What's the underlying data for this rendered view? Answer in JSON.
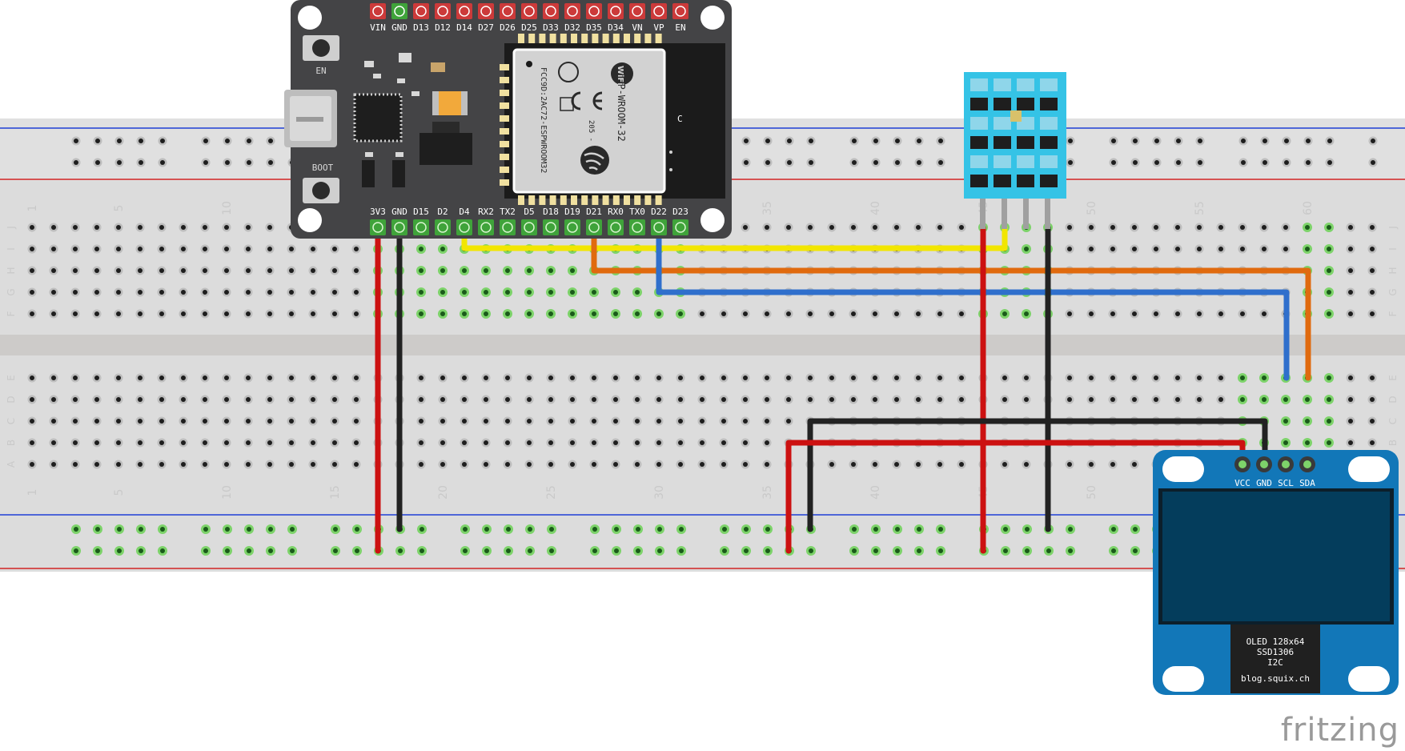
{
  "esp32": {
    "top_pins": [
      "VIN",
      "GND",
      "D13",
      "D12",
      "D14",
      "D27",
      "D26",
      "D25",
      "D33",
      "D32",
      "D35",
      "D34",
      "VN",
      "VP",
      "EN"
    ],
    "bottom_pins": [
      "3V3",
      "GND",
      "D15",
      "D2",
      "D4",
      "RX2",
      "TX2",
      "D5",
      "D18",
      "D19",
      "D21",
      "RX0",
      "TX0",
      "D22",
      "D23"
    ],
    "button_en_label": "EN",
    "button_boot_label": "BOOT",
    "module_text_1": "ESP-WROOM-32",
    "module_text_2": "FCC9D:2AC72-ESPWROOM32",
    "module_text_3": "205 - 000519",
    "wifi_label": "WiFi",
    "antenna_label": "C"
  },
  "breadboard": {
    "column_numbers": [
      "1",
      "5",
      "10",
      "15",
      "20",
      "25",
      "30",
      "35",
      "40",
      "45",
      "50",
      "55",
      "60"
    ],
    "rows_top": [
      "J",
      "I",
      "H",
      "G",
      "F"
    ],
    "rows_bottom": [
      "E",
      "D",
      "C",
      "B",
      "A"
    ],
    "rail_top_color": "#1f3fd6",
    "rail_bottom_color": "#d22424"
  },
  "oled": {
    "pins": [
      "VCC",
      "GND",
      "SCL",
      "SDA"
    ],
    "line1": "OLED 128x64",
    "line2": "SSD1306",
    "line3": "I2C",
    "line4": "blog.squix.ch"
  },
  "wires": {
    "red": "#cc1111",
    "black": "#222222",
    "yellow": "#f2e600",
    "orange": "#e06a0e",
    "blue": "#2f6fcc"
  },
  "brand": "fritzing"
}
